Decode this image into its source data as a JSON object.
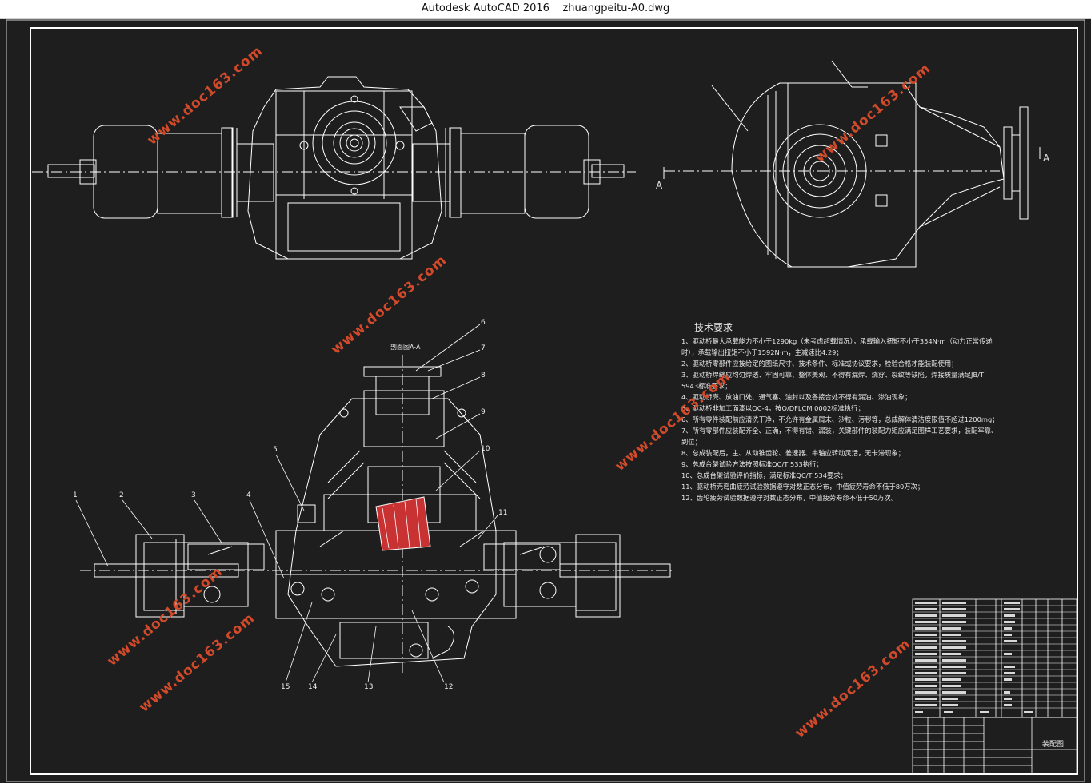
{
  "window": {
    "title_app": "Autodesk AutoCAD 2016",
    "title_file": "zhuangpeitu-A0.dwg"
  },
  "section_label": "剖面图A-A",
  "view_marks": {
    "left": "A",
    "right": "A"
  },
  "balloons": [
    "1",
    "2",
    "3",
    "4",
    "5",
    "6",
    "7",
    "8",
    "9",
    "10",
    "11",
    "12",
    "13",
    "14",
    "15"
  ],
  "requirements": {
    "title": "技术要求",
    "lines": [
      "1、驱动桥最大承载能力不小于1290kg（未考虑超载情况），承载输入扭矩不小于354N·m（动力正常传递",
      "时），承载输出扭矩不小于1592N·m，主减速比4.29；",
      "2、驱动桥零部件应按给定的图纸尺寸、技术条件、标准或协议要求，检验合格才能装配使用；",
      "3、驱动桥焊缝应均匀焊透、牢固可靠、整体美观、不得有漏焊、烧穿、裂纹等缺陷，焊接质量满足JB/T",
      "5943标准要求；",
      "4、驱动桥壳、放油口处、通气塞、油封以及各接合处不得有漏油、渗油现象；",
      "5、驱动桥非加工面漆以QC-4，按Q/DFLCM 0002标准执行；",
      "6、所有零件装配前应清洗干净，不允许有金属屑末、沙粒、污秽等，总成解体清洁度限值不超过1200mg；",
      "7、所有零部件应装配齐全、正确，不得有错、漏装，关键部件的装配力矩应满足图样工艺要求，装配牢靠、",
      "到位；",
      "8、总成装配后，主、从动锥齿轮、差速器、半轴应转动灵活，无卡滞现象；",
      "9、总成台架试验方法按照标准QC/T 533执行；",
      "10、总成台架试验评价指标，满足标准QC/T 534要求；",
      "11、驱动桥壳弯曲疲劳试验数据遵守对数正态分布，中值疲劳寿命不低于80万次；",
      "12、齿轮疲劳试验数据遵守对数正态分布，中值疲劳寿命不低于50万次。"
    ]
  },
  "title_block": {
    "drawing_name": "装配图"
  },
  "watermark": "www.doc163.com",
  "colors": {
    "background": "#1e1e1e",
    "lines": "#ffffff",
    "watermark": "#d24a2a",
    "gear_highlight": "#c83232"
  }
}
